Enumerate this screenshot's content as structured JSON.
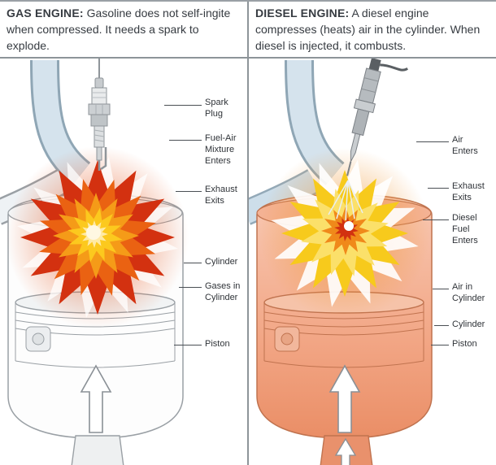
{
  "panels": [
    {
      "id": "gas",
      "title": "GAS ENGINE:",
      "description": "Gasoline does not self-ingite when compressed.  It needs a spark to explode.",
      "labels": [
        "Spark Plug",
        "Fuel-Air Mixture Enters",
        "Exhaust Exits",
        "Cylinder",
        "Gases in Cylinder",
        "Piston"
      ]
    },
    {
      "id": "diesel",
      "title": "DIESEL ENGINE:",
      "description": "A diesel engine compresses (heats) air in the cylinder. When diesel is injected, it combusts.",
      "labels": [
        "Air Enters",
        "Exhaust Exits",
        "Diesel Fuel Enters",
        "Air in Cylinder",
        "Cylinder",
        "Piston"
      ]
    }
  ],
  "colors": {
    "explosion_outer_red": "#d33110",
    "explosion_orange": "#ea6212",
    "explosion_yellow": "#fcc91e",
    "diesel_cylinder": "#f2a685",
    "pipe_blue": "#d5e3ed",
    "outline_gray": "#9aa0a5",
    "text": "#363b41"
  }
}
